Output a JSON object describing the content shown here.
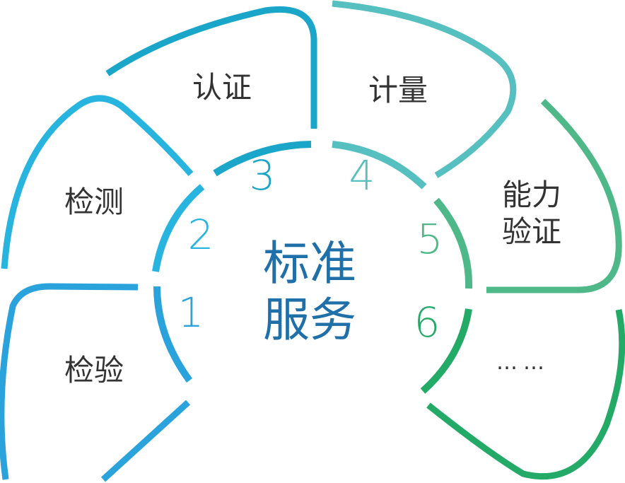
{
  "diagram": {
    "center_label": [
      "标准",
      "服务"
    ],
    "segments": [
      {
        "id": "1",
        "number": "1",
        "label": [
          "检验"
        ],
        "color": "#2aa3dc"
      },
      {
        "id": "2",
        "number": "2",
        "label": [
          "检测"
        ],
        "color": "#27b5e0"
      },
      {
        "id": "3",
        "number": "3",
        "label": [
          "认证"
        ],
        "color": "#1aa6c9"
      },
      {
        "id": "4",
        "number": "4",
        "label": [
          "计量"
        ],
        "color": "#56bfc0"
      },
      {
        "id": "5",
        "number": "5",
        "label": [
          "能力",
          "验证"
        ],
        "color": "#4fb889"
      },
      {
        "id": "6",
        "number": "6",
        "label": [
          "……"
        ],
        "color": "#23aa66"
      }
    ]
  }
}
